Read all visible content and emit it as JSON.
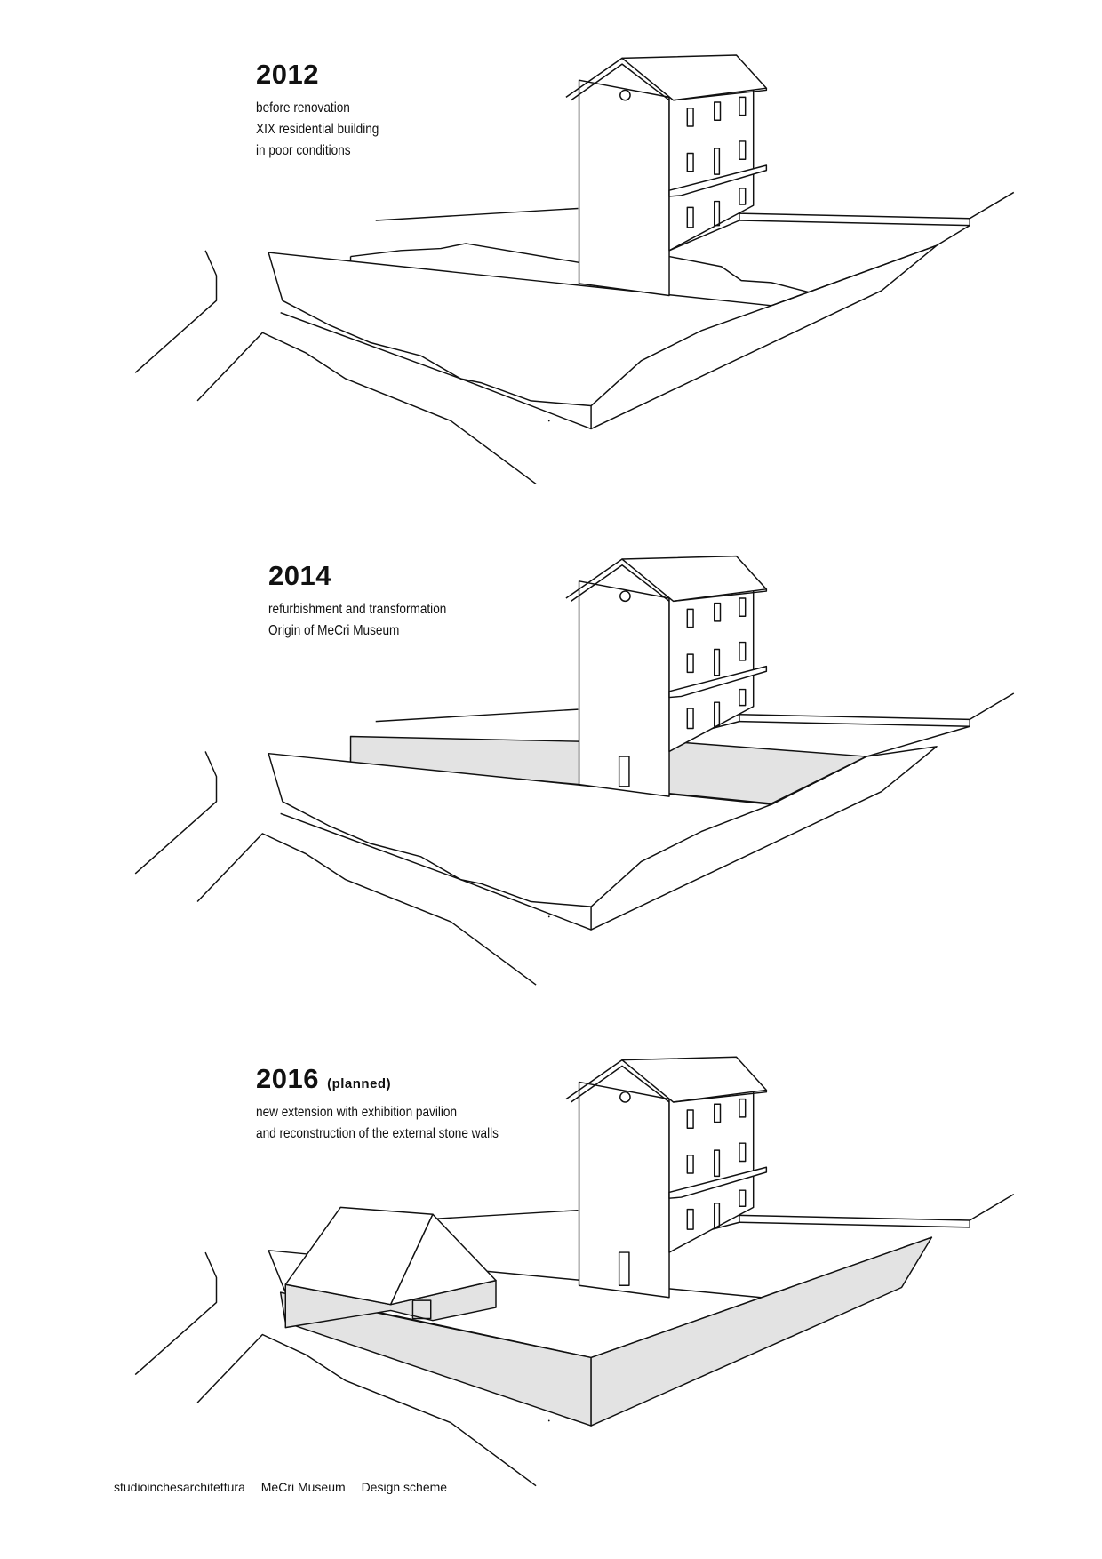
{
  "panels": [
    {
      "year": "2012",
      "note": "",
      "lines": [
        "before renovation",
        "XIX residential building",
        "in poor conditions"
      ]
    },
    {
      "year": "2014",
      "note": "",
      "lines": [
        "refurbishment and transformation",
        "Origin of MeCri Museum"
      ]
    },
    {
      "year": "2016",
      "note": "(planned)",
      "lines": [
        "new extension with exhibition pavilion",
        "and reconstruction of the external stone walls"
      ]
    }
  ],
  "footer": {
    "studio": "studioinchesarchitettura",
    "project": "MeCri Museum",
    "title": "Design scheme"
  },
  "colors": {
    "line": "#111111",
    "shade": "#e3e3e3"
  }
}
